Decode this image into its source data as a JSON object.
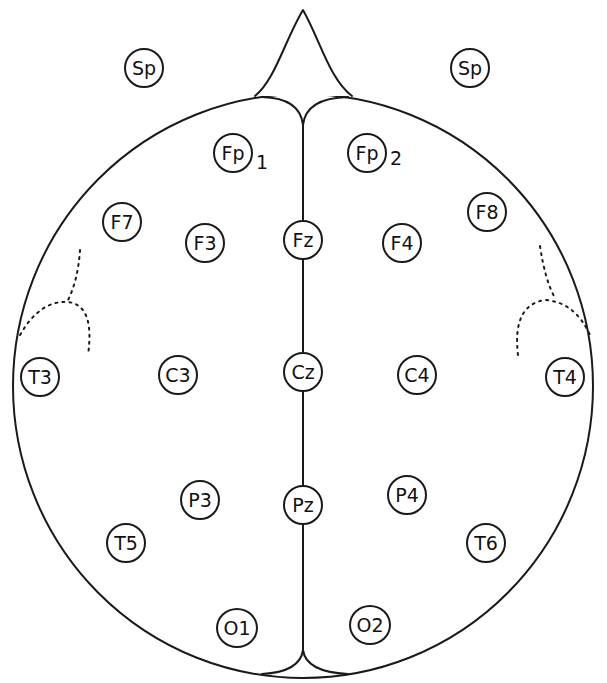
{
  "diagram": {
    "nodes": [
      {
        "text": [
          "Sp"
        ]
      },
      {
        "text": [
          "Sp"
        ]
      },
      {
        "text": [
          "Fp",
          "1"
        ]
      },
      {
        "text": [
          "Fp",
          "2"
        ]
      },
      {
        "text": [
          "F7"
        ]
      },
      {
        "text": [
          "F3"
        ]
      },
      {
        "text": [
          "Fz"
        ]
      },
      {
        "text": [
          "F4"
        ]
      },
      {
        "text": [
          "F8"
        ]
      },
      {
        "text": [
          "T3"
        ]
      },
      {
        "text": [
          "C3"
        ]
      },
      {
        "text": [
          "Cz"
        ]
      },
      {
        "text": [
          "C4"
        ]
      },
      {
        "text": [
          "T4"
        ]
      },
      {
        "text": [
          "P3"
        ]
      },
      {
        "text": [
          "Pz"
        ]
      },
      {
        "text": [
          "P4"
        ]
      },
      {
        "text": [
          "T5"
        ]
      },
      {
        "text": [
          "T6"
        ]
      },
      {
        "text": [
          "O1"
        ]
      },
      {
        "text": [
          "O2"
        ]
      }
    ],
    "edges": [
      {
        "from": 6,
        "to": 11,
        "arrow": "none"
      },
      {
        "from": 11,
        "to": 15,
        "arrow": "none"
      }
    ]
  }
}
